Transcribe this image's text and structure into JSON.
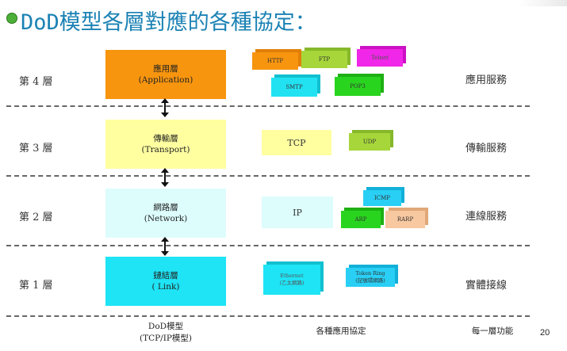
{
  "title": "DoD模型各層對應的各種協定：",
  "layers": [
    {
      "label": "第 4 層",
      "name": "應用層",
      "en": "(Application)",
      "service": "應用服務"
    },
    {
      "label": "第 3 層",
      "name": "傳輸層",
      "en": "(Transport)",
      "service": "傳輸服務"
    },
    {
      "label": "第 2 層",
      "name": "網路層",
      "en": "(Network)",
      "service": "連線服務"
    },
    {
      "label": "第 1 層",
      "name": "鏈結層",
      "en": "( Link)",
      "service": "實體接線"
    }
  ],
  "protocols": {
    "http": "HTTP",
    "ftp": "FTP",
    "telnet": "Telnet",
    "smtp": "SMTP",
    "pop3": "POP3",
    "tcp": "TCP",
    "udp": "UDP",
    "ip": "IP",
    "icmp": "ICMP",
    "arp": "ARP",
    "rarp": "RARP",
    "ethernet": "Ethernet",
    "ethernet_zh": "(乙太網路)",
    "token_ring": "Token Ring",
    "token_ring_zh": "(記號環網路)"
  },
  "footer": {
    "model": "DoD模型",
    "model_sub": "(TCP/IP模型)",
    "protocols": "各種應用協定",
    "function": "每一層功能",
    "page": "20"
  },
  "colors": {
    "application": "#f7950f",
    "transport": "#ffffa0",
    "network": "#ddfcfc",
    "link": "#1ee4f5",
    "green": "#29d41f",
    "lime": "#a6d63a",
    "magenta": "#f026e8",
    "cyan": "#22e2f2",
    "orange": "#ff8c1e",
    "peach": "#f8c8a0",
    "skyblue": "#29cff4"
  }
}
